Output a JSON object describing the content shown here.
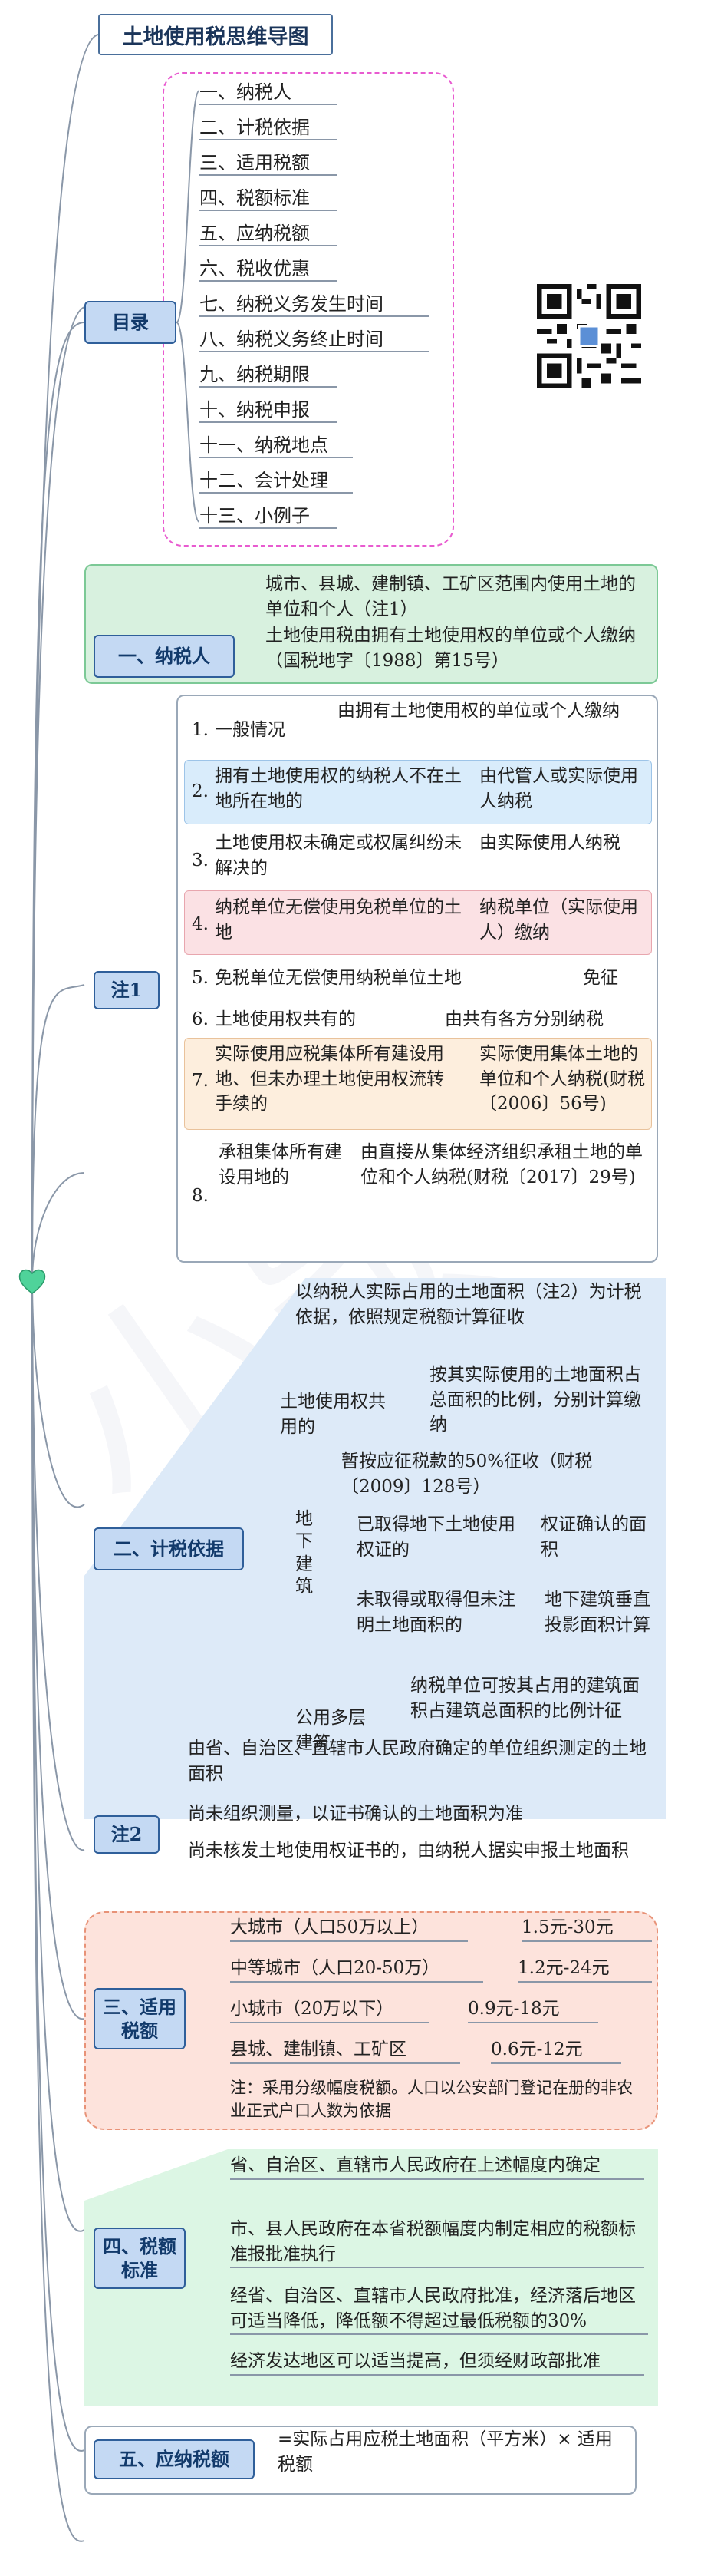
{
  "title": "土地使用税思维导图",
  "toc": {
    "label": "目录",
    "items": [
      "一、纳税人",
      "二、计税依据",
      "三、适用税额",
      "四、税额标准",
      "五、应纳税额",
      "六、税收优惠",
      "七、纳税义务发生时间",
      "八、纳税义务终止时间",
      "九、纳税期限",
      "十、纳税申报",
      "十一、纳税地点",
      "十二、会计处理",
      "十三、小例子"
    ]
  },
  "s1": {
    "label": "一、纳税人",
    "items": [
      "城市、县城、建制镇、工矿区范围内使用土地的单位和个人（注1）",
      "土地使用税由拥有土地使用权的单位或个人缴纳（国税地字〔1988〕第15号）"
    ],
    "note_label": "注1",
    "notes": [
      {
        "n": "1.",
        "cond": "一般情况",
        "res": "由拥有土地使用权的单位或个人缴纳"
      },
      {
        "n": "2.",
        "cond": "拥有土地使用权的纳税人不在土地所在地的",
        "res": "由代管人或实际使用人纳税"
      },
      {
        "n": "3.",
        "cond": "土地使用权未确定或权属纠纷未解决的",
        "res": "由实际使用人纳税"
      },
      {
        "n": "4.",
        "cond": "纳税单位无偿使用免税单位的土地",
        "res": "纳税单位（实际使用人）缴纳"
      },
      {
        "n": "5.",
        "cond": "免税单位无偿使用纳税单位土地",
        "res": "免征"
      },
      {
        "n": "6.",
        "cond": "土地使用权共有的",
        "res": "由共有各方分别纳税"
      },
      {
        "n": "7.",
        "cond": "实际使用应税集体所有建设用地、但未办理土地使用权流转手续的",
        "res": "实际使用集体土地的单位和个人纳税(财税〔2006〕56号)"
      },
      {
        "n": "8.",
        "cond": "承租集体所有建设用地的",
        "res": "由直接从集体经济组织承租土地的单位和个人纳税(财税〔2017〕29号)"
      }
    ]
  },
  "s2": {
    "label": "二、计税依据",
    "main": "以纳税人实际占用的土地面积（注2）为计税依据，依照规定税额计算征收",
    "shared": {
      "label": "土地使用权共用的",
      "text": "按其实际使用的土地面积占总面积的比例，分别计算缴纳"
    },
    "underground": {
      "label": "地下建筑",
      "half": "暂按应征税款的50%征收（财税〔2009〕128号）",
      "cert": {
        "label": "已取得地下土地使用权证的",
        "text": "权证确认的面积"
      },
      "nocert": {
        "label": "未取得或取得但未注明土地面积的",
        "text": "地下建筑垂直投影面积计算"
      }
    },
    "multi": {
      "label": "公用多层建筑",
      "text": "纳税单位可按其占用的建筑面积占建筑总面积的比例计征"
    },
    "note_label": "注2",
    "notes": [
      "由省、自治区、直辖市人民政府确定的单位组织测定的土地面积",
      "尚未组织测量，以证书确认的土地面积为准",
      "尚未核发土地使用权证书的，由纳税人据实申报土地面积"
    ]
  },
  "s3": {
    "label": "三、适用税额",
    "rows": [
      {
        "area": "大城市（人口50万以上）",
        "rate": "1.5元-30元"
      },
      {
        "area": "中等城市（人口20-50万）",
        "rate": "1.2元-24元"
      },
      {
        "area": "小城市（20万以下）",
        "rate": "0.9元-18元"
      },
      {
        "area": "县城、建制镇、工矿区",
        "rate": "0.6元-12元"
      }
    ],
    "note": "注：采用分级幅度税额。人口以公安部门登记在册的非农业正式户口人数为依据"
  },
  "s4": {
    "label": "四、税额标准",
    "items": [
      "省、自治区、直辖市人民政府在上述幅度内确定",
      "市、县人民政府在本省税额幅度内制定相应的税额标准报批准执行",
      "经省、自治区、直辖市人民政府批准，经济落后地区可适当降低，降低额不得超过最低税额的30%",
      "经济发达地区可以适当提高，但须经财政部批准"
    ]
  },
  "s5": {
    "label": "五、应纳税额",
    "formula": "=实际占用应税土地面积（平方米）× 适用税额"
  },
  "colors": {
    "node_fill": "#c4d9f3",
    "node_border": "#2f5f9a",
    "line": "#8a97a8",
    "accent_pink": "#e85bd0",
    "accent_green": "#7cc996",
    "accent_salmon": "#e89277"
  },
  "icons": {
    "qr": "qr-code-icon",
    "root": "heart-icon"
  }
}
